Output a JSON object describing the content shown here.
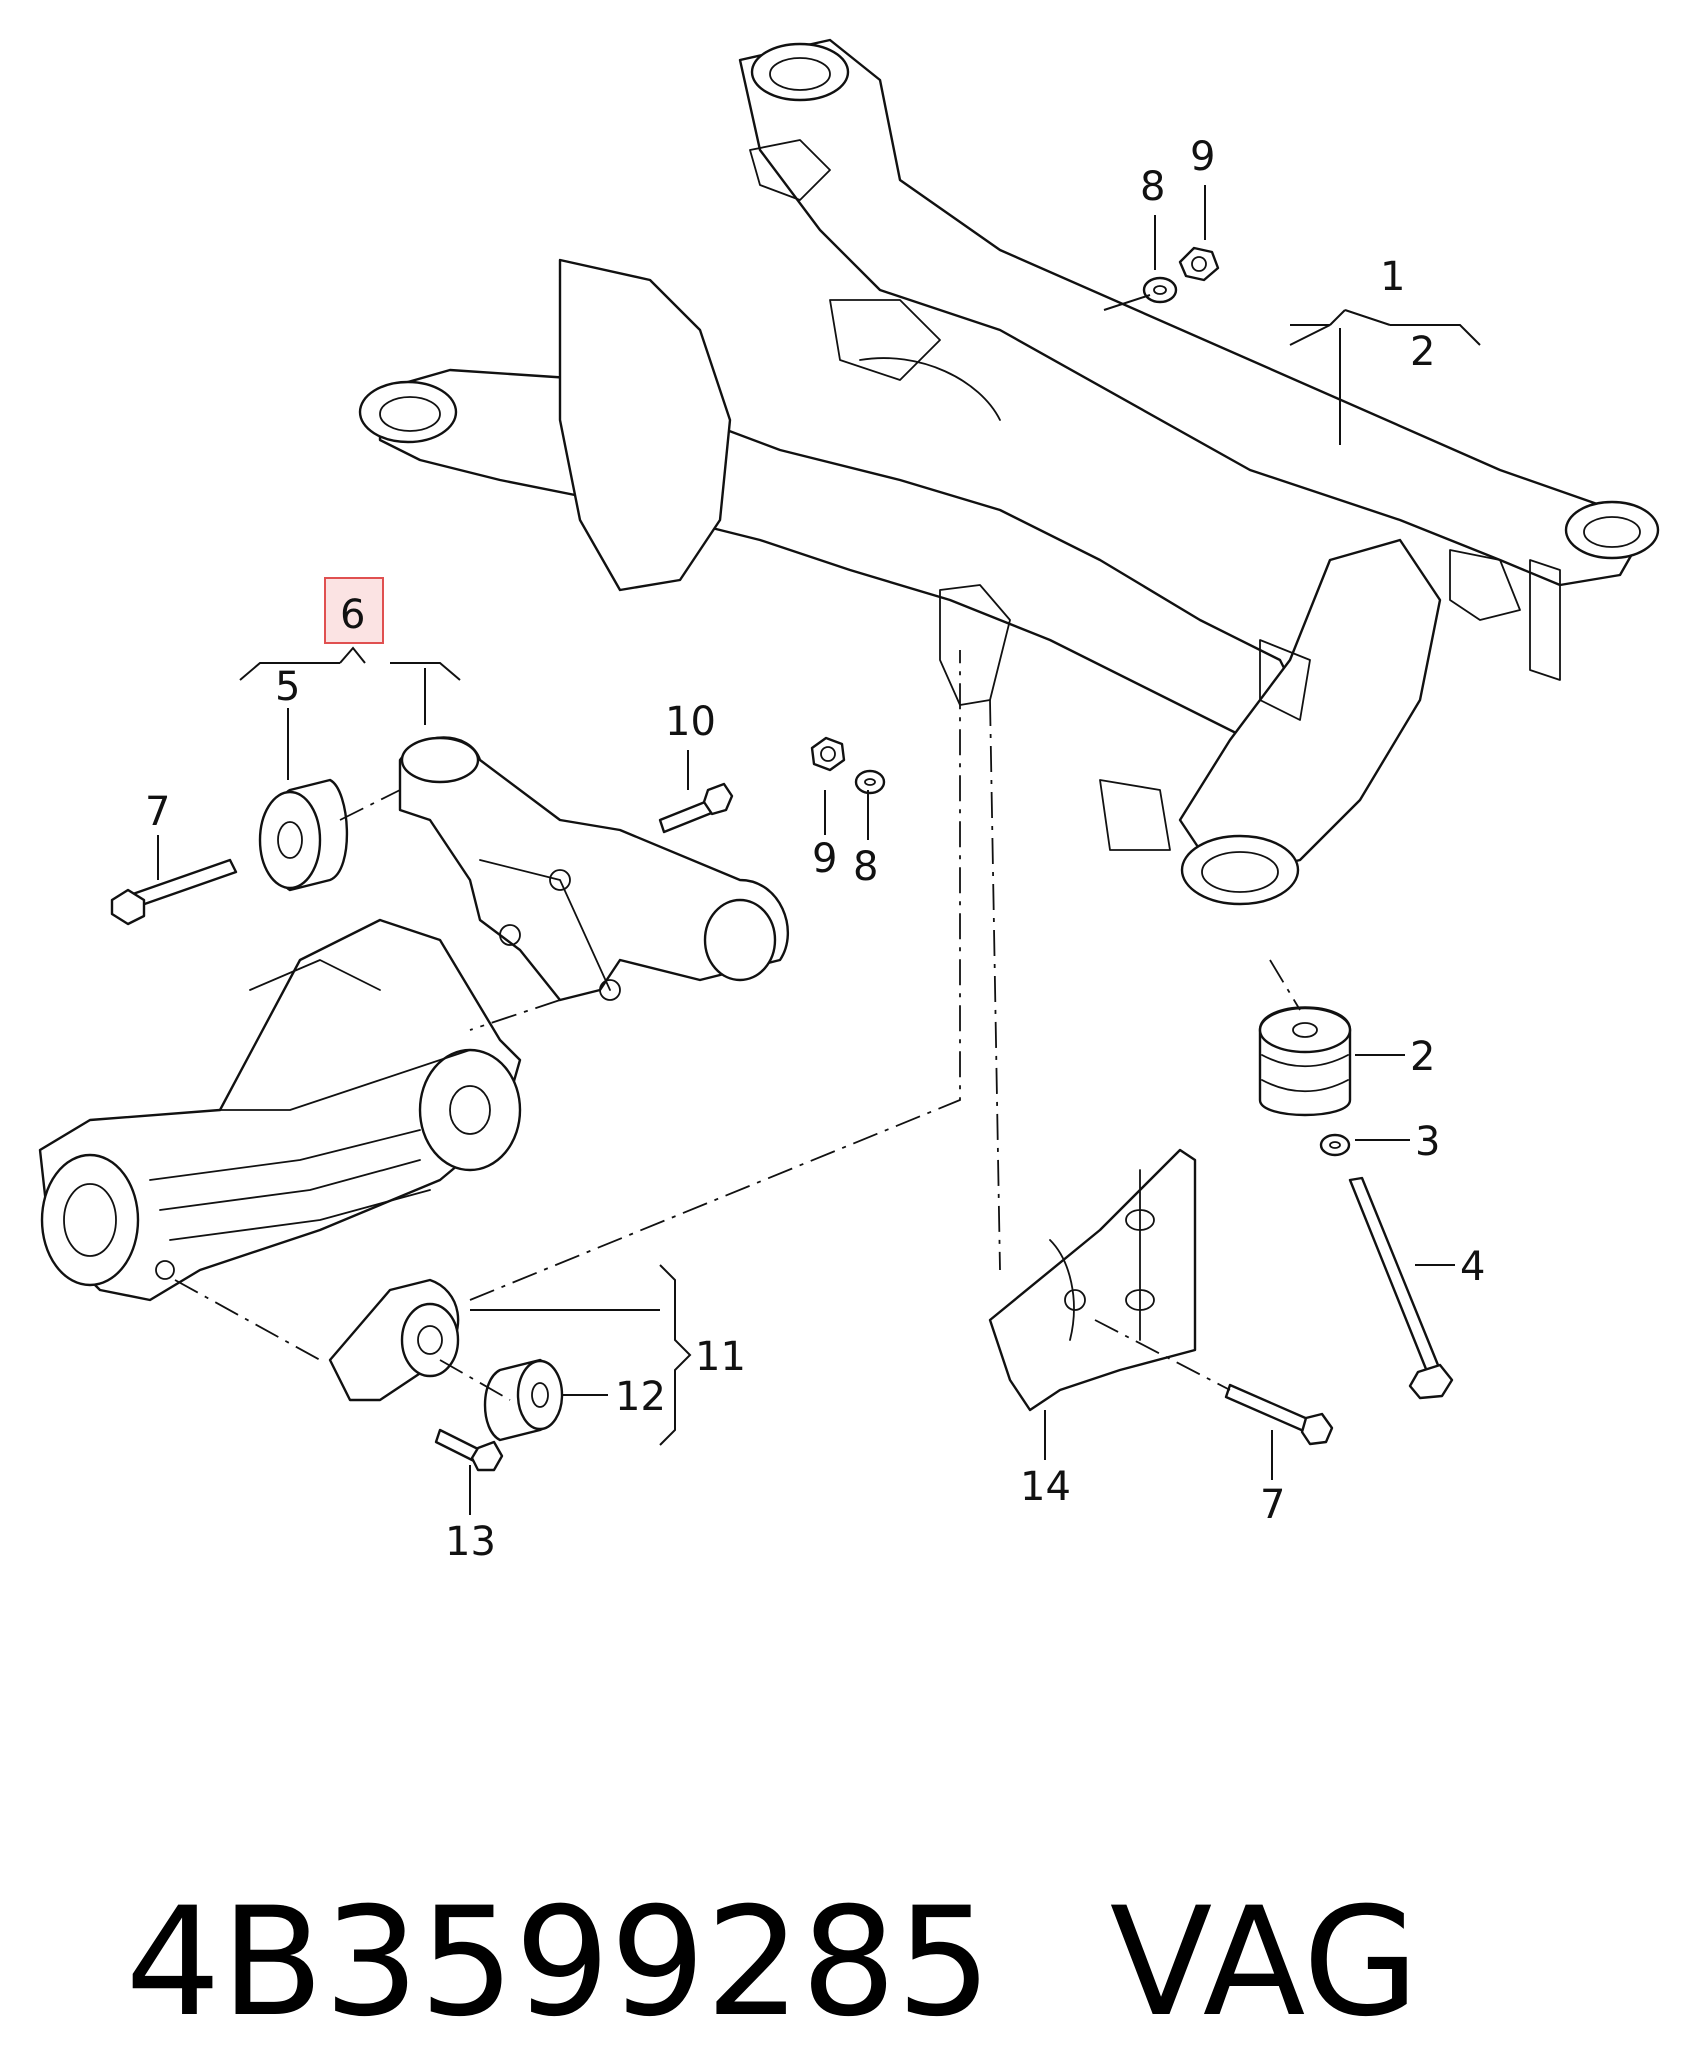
{
  "diagram": {
    "callouts": [
      {
        "id": "c1",
        "label": "1"
      },
      {
        "id": "c2a",
        "label": "2"
      },
      {
        "id": "c2b",
        "label": "2"
      },
      {
        "id": "c3",
        "label": "3"
      },
      {
        "id": "c4",
        "label": "4"
      },
      {
        "id": "c5",
        "label": "5"
      },
      {
        "id": "c6",
        "label": "6",
        "highlighted": true
      },
      {
        "id": "c7a",
        "label": "7"
      },
      {
        "id": "c7b",
        "label": "7"
      },
      {
        "id": "c8a",
        "label": "8"
      },
      {
        "id": "c8b",
        "label": "8"
      },
      {
        "id": "c9a",
        "label": "9"
      },
      {
        "id": "c9b",
        "label": "9"
      },
      {
        "id": "c10",
        "label": "10"
      },
      {
        "id": "c11",
        "label": "11"
      },
      {
        "id": "c12",
        "label": "12"
      },
      {
        "id": "c13",
        "label": "13"
      },
      {
        "id": "c14",
        "label": "14"
      }
    ],
    "highlight_color": "#e05050",
    "highlight_fill": "#fbe3e3"
  },
  "footer": {
    "part_number": "4B3599285",
    "brand": "VAG"
  }
}
